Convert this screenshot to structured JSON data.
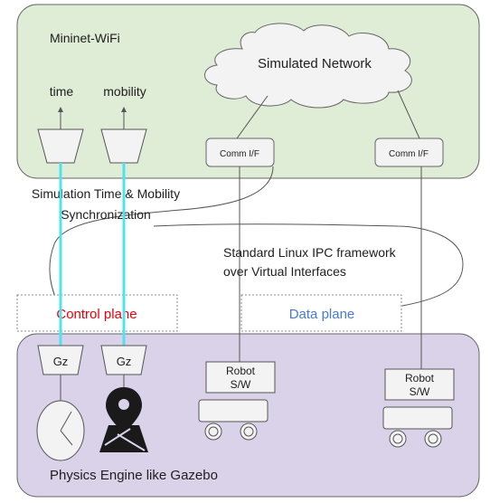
{
  "top_region": {
    "label": "Mininet-WiFi"
  },
  "bottom_region": {
    "label": "Physics Engine like Gazebo"
  },
  "cloud": {
    "label": "Simulated Network"
  },
  "inputs": {
    "time": "time",
    "mobility": "mobility"
  },
  "comm_interfaces": [
    {
      "label": "Comm I/F"
    },
    {
      "label": "Comm I/F"
    }
  ],
  "sync": {
    "line1": "Simulation Time & Mobility",
    "line2": "Synchronization"
  },
  "ipc": {
    "line1": "Standard Linux IPC framework",
    "line2": "over Virtual Interfaces"
  },
  "planes": {
    "control": {
      "label": "Control plane",
      "color": "#e8000b"
    },
    "data": {
      "label": "Data plane",
      "color": "#4a7bd0"
    }
  },
  "gz_blocks": [
    {
      "label": "Gz"
    },
    {
      "label": "Gz"
    }
  ],
  "robots": [
    {
      "line1": "Robot",
      "line2": "S/W"
    },
    {
      "line1": "Robot",
      "line2": "S/W"
    }
  ],
  "icons": [
    "clock-icon",
    "map-pin-icon",
    "robot-cart-icon"
  ],
  "colors": {
    "top_fill": "#dfecd6",
    "bottom_fill": "#d9d2e9",
    "cyan_link": "#4fe3f0",
    "box_fill": "#f3f3f3"
  }
}
